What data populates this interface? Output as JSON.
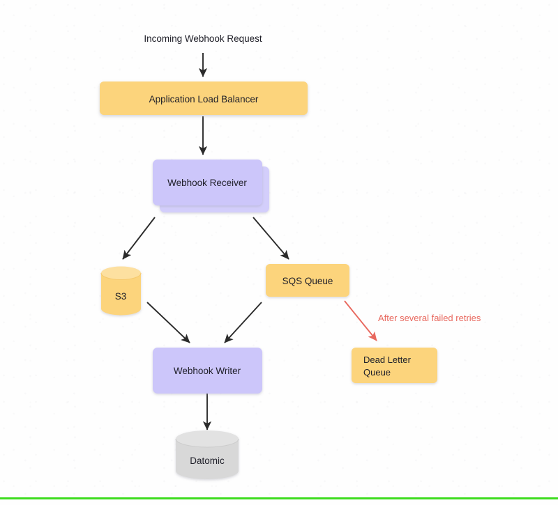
{
  "page": {
    "background_color": "#fefefe",
    "bottom_bar_color": "#3ddc1f"
  },
  "palette": {
    "amber_fill": "#fcd47c",
    "amber_stroke": "#f7c96a",
    "lavender_fill": "#ccc6fa",
    "lavender_back": "#d3cefb",
    "gray_fill": "#d8d8d8",
    "gray_top": "#e2e2e2",
    "arrow_dark": "#2b2b2b",
    "arrow_red": "#e8685e",
    "text_dark": "#20202a"
  },
  "diagram": {
    "title": "Incoming Webhook Request",
    "nodes": [
      {
        "id": "alb",
        "label": "Application Load Balancer",
        "shape": "rounded-rect",
        "color": "#fcd47c"
      },
      {
        "id": "receiver",
        "label": "Webhook Receiver",
        "shape": "stacked-rect",
        "color": "#ccc6fa"
      },
      {
        "id": "s3",
        "label": "S3",
        "shape": "cylinder",
        "color": "#fcd47c"
      },
      {
        "id": "sqs",
        "label": "SQS Queue",
        "shape": "rounded-rect",
        "color": "#fcd47c"
      },
      {
        "id": "dlq",
        "label_line1": "Dead Letter",
        "label_line2": "Queue",
        "shape": "rounded-rect",
        "color": "#fcd47c"
      },
      {
        "id": "writer",
        "label": "Webhook Writer",
        "shape": "rounded-rect",
        "color": "#ccc6fa"
      },
      {
        "id": "datomic",
        "label": "Datomic",
        "shape": "cylinder",
        "color": "#d8d8d8"
      }
    ],
    "edges": [
      {
        "from": "title",
        "to": "alb",
        "label": "",
        "color": "#2b2b2b"
      },
      {
        "from": "alb",
        "to": "receiver",
        "label": "",
        "color": "#2b2b2b"
      },
      {
        "from": "receiver",
        "to": "s3",
        "label": "",
        "color": "#2b2b2b"
      },
      {
        "from": "receiver",
        "to": "sqs",
        "label": "",
        "color": "#2b2b2b"
      },
      {
        "from": "s3",
        "to": "writer",
        "label": "",
        "color": "#2b2b2b"
      },
      {
        "from": "sqs",
        "to": "writer",
        "label": "",
        "color": "#2b2b2b"
      },
      {
        "from": "sqs",
        "to": "dlq",
        "label": "After several failed retries",
        "color": "#e8685e"
      },
      {
        "from": "writer",
        "to": "datomic",
        "label": "",
        "color": "#2b2b2b"
      }
    ],
    "edge_labels": {
      "retry_label": "After several failed retries"
    }
  }
}
